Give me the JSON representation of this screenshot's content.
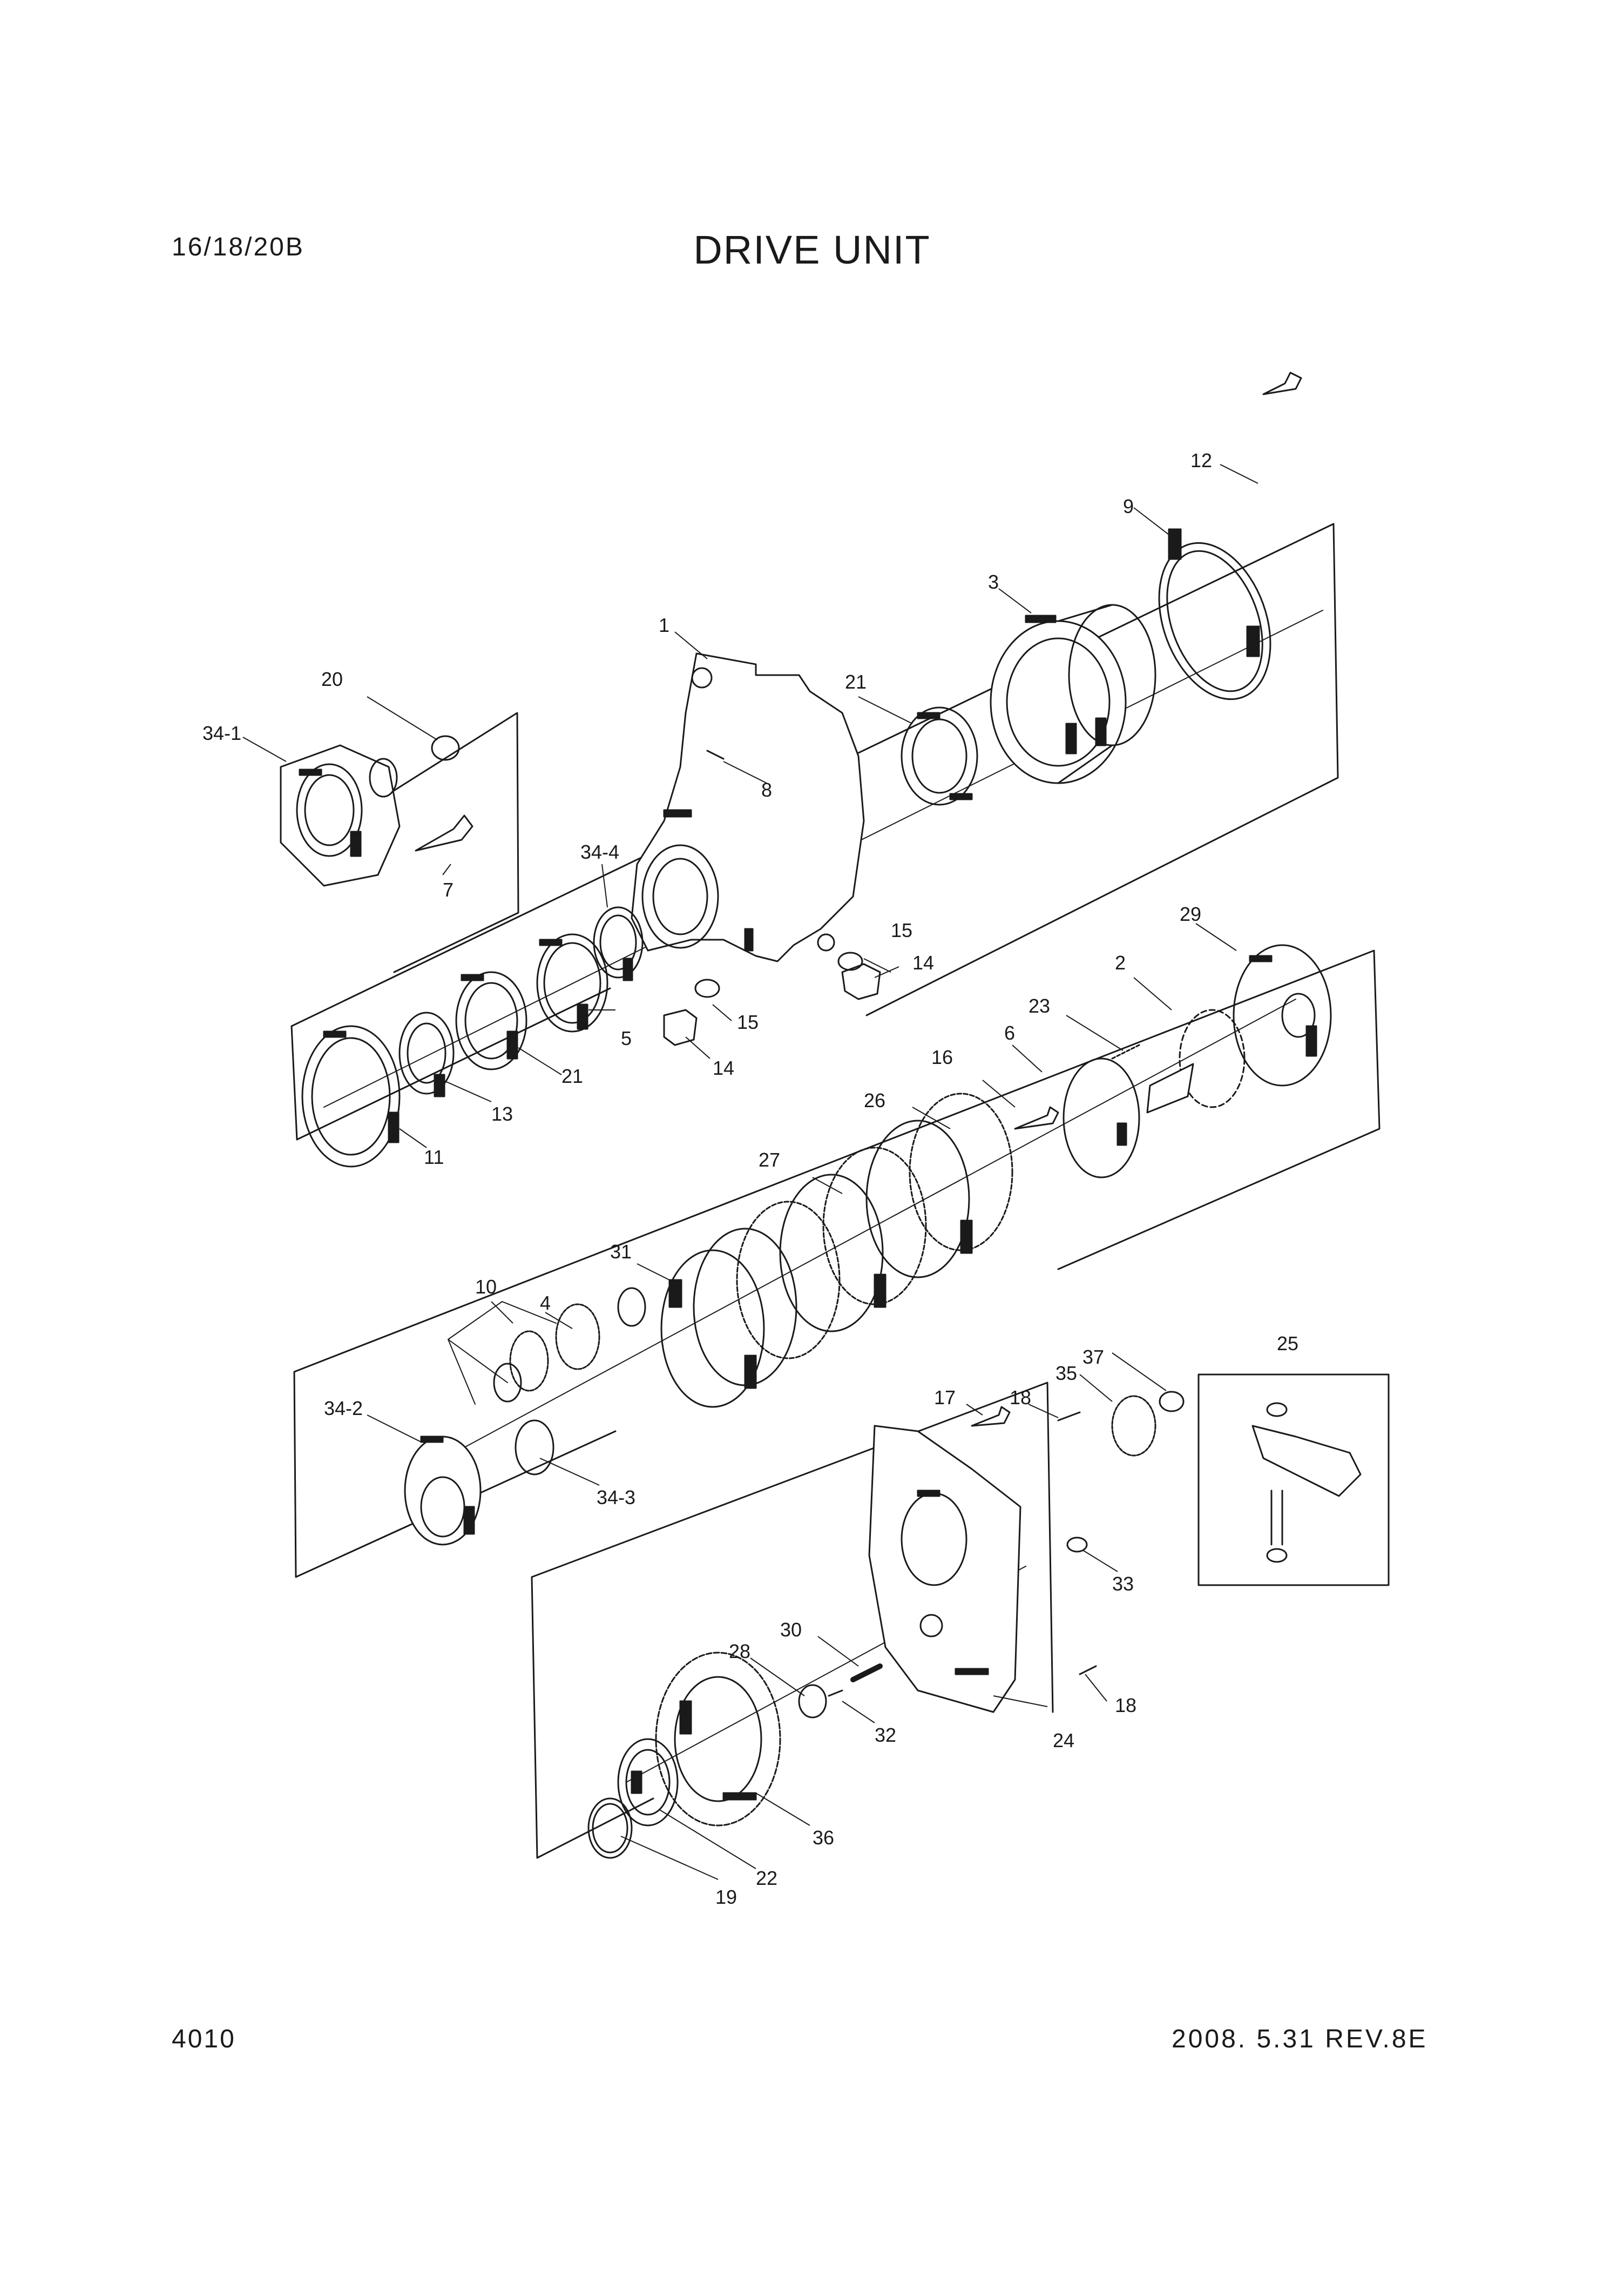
{
  "header": {
    "model": "16/18/20B",
    "title": "DRIVE UNIT"
  },
  "footer": {
    "page_number": "4010",
    "revision": "2008.  5.31  REV.8E"
  },
  "callouts": [
    "1",
    "2",
    "3",
    "4",
    "5",
    "6",
    "7",
    "8",
    "9",
    "10",
    "11",
    "12",
    "13",
    "14",
    "14",
    "15",
    "15",
    "16",
    "17",
    "18",
    "18",
    "19",
    "20",
    "21",
    "21",
    "22",
    "23",
    "24",
    "25",
    "26",
    "27",
    "28",
    "29",
    "30",
    "31",
    "32",
    "33",
    "34-1",
    "34-2",
    "34-3",
    "34-4",
    "35",
    "36",
    "37"
  ]
}
